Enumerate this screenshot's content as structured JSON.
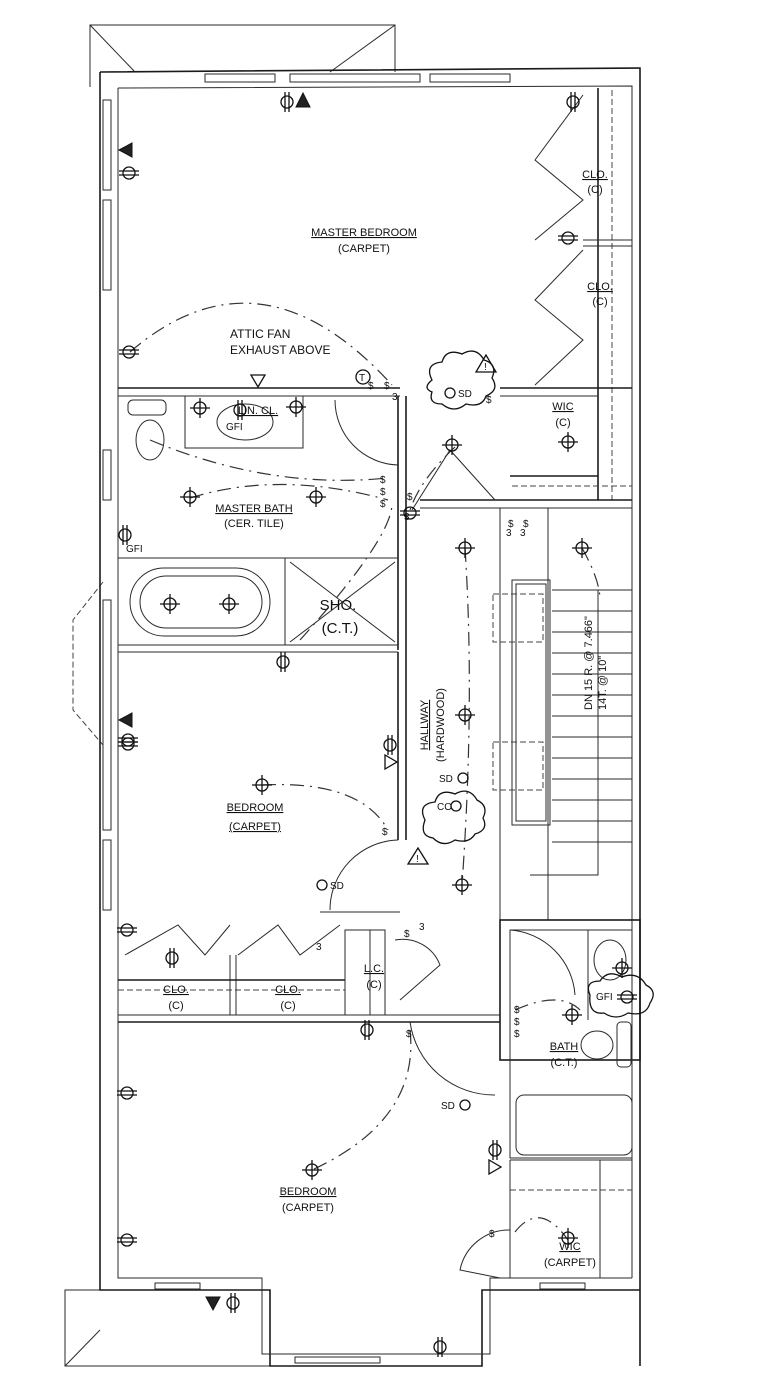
{
  "title": "Second Floor Electrical Plan",
  "rooms": [
    {
      "id": "master-bedroom",
      "name": "MASTER BEDROOM",
      "finish": "(CARPET)"
    },
    {
      "id": "clo-1",
      "name": "CLO.",
      "finish": "(C)"
    },
    {
      "id": "clo-2",
      "name": "CLO.",
      "finish": "(C)"
    },
    {
      "id": "wic-upper",
      "name": "WIC",
      "finish": "(C)"
    },
    {
      "id": "lin-cl",
      "name": "LIN. CL.",
      "finish": ""
    },
    {
      "id": "master-bath",
      "name": "MASTER BATH",
      "finish": "(CER. TILE)"
    },
    {
      "id": "shower",
      "name": "SHO.",
      "finish": "(C.T.)"
    },
    {
      "id": "hallway",
      "name": "HALLWAY",
      "finish": "(HARDWOOD)"
    },
    {
      "id": "bedroom-2",
      "name": "BEDROOM",
      "finish": "(CARPET)"
    },
    {
      "id": "clo-3",
      "name": "CLO.",
      "finish": "(C)"
    },
    {
      "id": "clo-4",
      "name": "CLO.",
      "finish": "(C)"
    },
    {
      "id": "lc",
      "name": "L.C.",
      "finish": "(C)"
    },
    {
      "id": "bath",
      "name": "BATH",
      "finish": "(C.T.)"
    },
    {
      "id": "bedroom-3",
      "name": "BEDROOM",
      "finish": "(CARPET)"
    },
    {
      "id": "wic-lower",
      "name": "WIC",
      "finish": "(CARPET)"
    }
  ],
  "annotations": {
    "attic_fan_line1": "ATTIC FAN",
    "attic_fan_line2": "EXHAUST ABOVE",
    "stair_line1": "DN 15 R. @ 7.466\"",
    "stair_line2": "14T. @ 10\"",
    "gfi": "GFI",
    "sd": "SD",
    "co": "CO",
    "thermostat": "T",
    "three_way": "3",
    "warning": "!"
  },
  "legend_symbols": [
    {
      "name": "duplex-outlet",
      "glyph": "⦶"
    },
    {
      "name": "ceiling-light",
      "glyph": "⌖"
    },
    {
      "name": "switch",
      "glyph": "$"
    },
    {
      "name": "smoke-detector",
      "glyph": "SD"
    },
    {
      "name": "co-detector",
      "glyph": "CO"
    },
    {
      "name": "phone-data-jack",
      "glyph": "▽"
    },
    {
      "name": "tv-cable-jack",
      "glyph": "▲"
    }
  ]
}
